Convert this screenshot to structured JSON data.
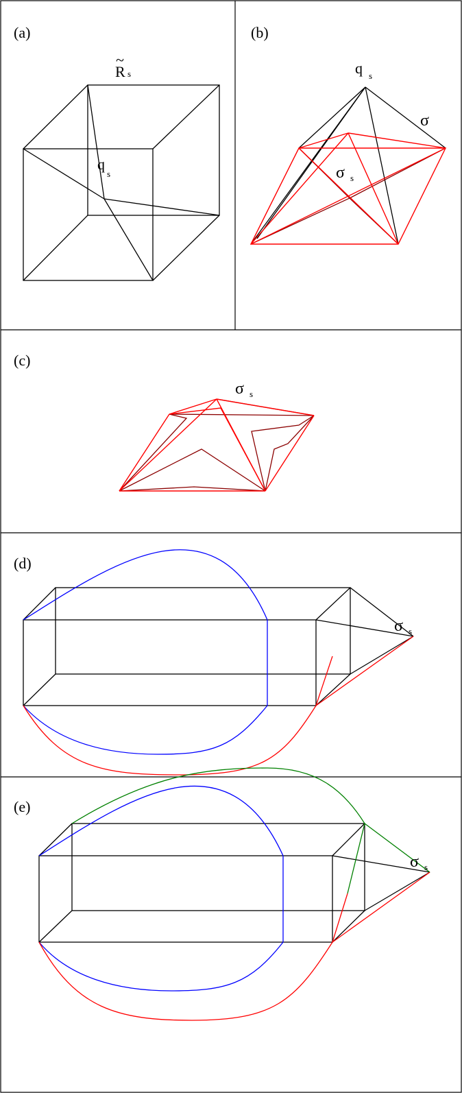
{
  "panels": [
    {
      "id": "a",
      "tag": "(a)",
      "labels": {
        "r": "R",
        "r_tilde": "~",
        "r_sub": "s",
        "q": "q",
        "q_sub": "s"
      }
    },
    {
      "id": "b",
      "tag": "(b)",
      "labels": {
        "q": "q",
        "q_sub": "s",
        "sigma": "σ",
        "sigma_s": "σ",
        "sigma_s_sub": "s"
      }
    },
    {
      "id": "c",
      "tag": "(c)",
      "labels": {
        "sigma_s": "σ",
        "sigma_s_sub": "s"
      }
    },
    {
      "id": "d",
      "tag": "(d)",
      "labels": {
        "sigma_s": "σ",
        "sigma_s_sub": "s"
      }
    },
    {
      "id": "e",
      "tag": "(e)",
      "labels": {
        "sigma_s": "σ",
        "sigma_s_sub": "s"
      }
    }
  ],
  "colors": {
    "border": "#000000",
    "edge": "#000000",
    "red": "#ff0000",
    "darkred": "#8b0000",
    "blue": "#0000ff",
    "green": "#008000"
  }
}
